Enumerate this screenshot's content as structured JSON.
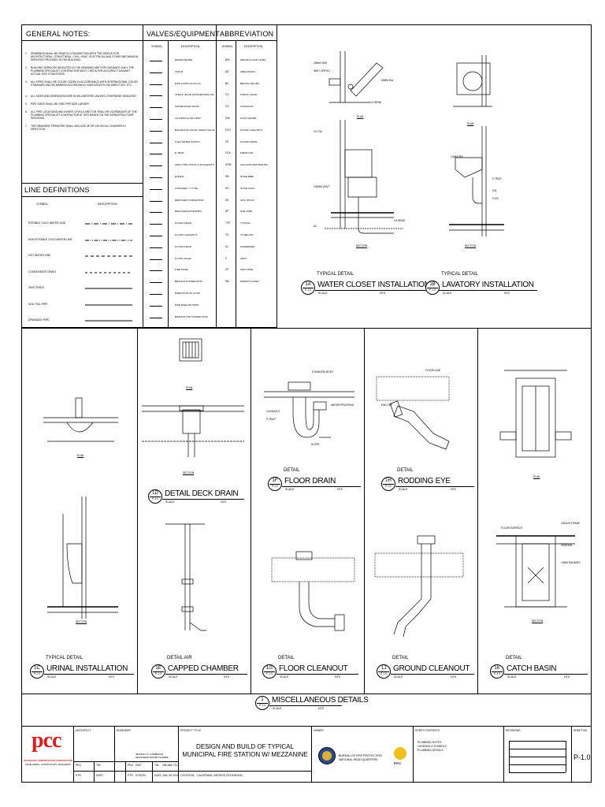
{
  "general_notes": {
    "title": "GENERAL NOTES:",
    "items": [
      {
        "num": "1.",
        "text": "DRAWINGS SHALL BE READ IN CONJUNCTION WITH THE DESIGN FOR ARCHITECTURAL, STRUCTURAL, CIVIL, HVAC, ELECTRICAL AND OTHER MECHANICAL SERVICES PROVIDED IN THE BUILDING."
      },
      {
        "num": "2.",
        "text": "BUILDING SERVICES INDICATED IN THE DRAWING ARE FOR GUIDANCE ONLY. THE PLUMBING SPECIALIST CONTRACTOR MUST CHECK FOR ACCURACY AGAINST ACTUAL SITE CONDITIONS."
      },
      {
        "num": "3.",
        "text": "ALL PIPES SHALL BE COLOR CODED IN ACCORDANCE WITH INTERNATIONAL COLOR STANDARD AND BE MARKED ACCORDINGLY INDICATING FLOW DIRECTION, ETC."
      },
      {
        "num": "4.",
        "text": "ALL SIZES AND DIMENSIONS ARE IN MILLIMETERS UNLESS OTHERWISE INDICATED."
      },
      {
        "num": "5.",
        "text": "PIPE SIZES SHALL BE ONE PIPE SIZE LARGER."
      },
      {
        "num": "6.",
        "text": "ALL PIPE LOCATIONS AND INVERT LEVELS ARE FOR TRIAL OR COORDINATE OF THE PLUMBING SPECIALIST CONTRACTOR AT SITE BASED ON THE INFRASTRUCTURE PROVIDED."
      },
      {
        "num": "7.",
        "text": "THE DRAINAGE PIPEWORK SHALL INCLUDE 45 OR 135 ON ALL CHANGES IN DIRECTION."
      }
    ]
  },
  "line_definitions": {
    "title": "LINE DEFINITIONS",
    "col_symbol": "SYMBOL",
    "col_desc": "DESCRIPTION",
    "rows": [
      {
        "label": "POTABLE COLD WATER LINE",
        "style": "dashdot"
      },
      {
        "label": "NON-POTABLE COLD WATER LINE",
        "style": "dashdotdot"
      },
      {
        "label": "HOT WATER LINE",
        "style": "dashed"
      },
      {
        "label": "CONDENSATE DRAIN",
        "style": "dashed2"
      },
      {
        "label": "VENT PIPES",
        "style": "solid"
      },
      {
        "label": "SOIL TOIL PIPE",
        "style": "solid"
      },
      {
        "label": "DRAINAGE PIPE",
        "style": "solid"
      }
    ]
  },
  "valves": {
    "title": "VALVES/EQUIPMENT",
    "col_symbol": "SYMBOL",
    "col_desc": "DESCRIPTION",
    "rows": [
      "WATER METER",
      "UNION",
      "PIPE CAP/PLUG PLUG",
      "CHECK VALVE (NON-RETURN VALVE)",
      "AIR RELEASE VALVE",
      "AUTOMATIC AIR VENT",
      "BALANCING VALVE / DRAIN VALVE",
      "FLEX WATER SUPPLY",
      "P-TRAP",
      "VENT THRU ROOF (VTR ELEVATION)",
      "ELBOW",
      "STRAINER / Y-TYPE",
      "REDUCER CONCENTRIC",
      "REDUCER ECCENTRIC",
      "FLOOR DRAIN",
      "FLOOR CLEANOUT",
      "FLOOR DRAIN",
      "FLUSH VALVE",
      "FIRE HOSE",
      "BRANCH CONNECTION",
      "DIRECTION OF FLOW",
      "PIPE RISE OR DROP",
      "BRANCH TOP CONNECTION"
    ]
  },
  "abbreviation": {
    "title": "ABBREVIATION",
    "col_symbol": "SYMBOL",
    "col_desc": "DESCRIPTION",
    "rows": [
      {
        "abbr": "AFL",
        "desc": "ABOVE FLOOR LEVEL"
      },
      {
        "abbr": "AD",
        "desc": "AREA DRAIN"
      },
      {
        "abbr": "BC",
        "desc": "BELOW CEILING"
      },
      {
        "abbr": "CV",
        "desc": "CHECK VALVE"
      },
      {
        "abbr": "CO",
        "desc": "CLEANOUT"
      },
      {
        "abbr": "CW",
        "desc": "COLD WATER"
      },
      {
        "abbr": "FCO",
        "desc": "FLOOR CLEANOUT"
      },
      {
        "abbr": "FD",
        "desc": "FLOOR DRAIN"
      },
      {
        "abbr": "FCA",
        "desc": "FRESH AIR"
      },
      {
        "abbr": "GPM",
        "desc": "GALLONS PER MINUTE"
      },
      {
        "abbr": "HB",
        "desc": "HOSE BIBB"
      },
      {
        "abbr": "HC",
        "desc": "HOSE COCK"
      },
      {
        "abbr": "SS",
        "desc": "SOIL STACK"
      },
      {
        "abbr": "SP",
        "desc": "SOIL PIPE"
      },
      {
        "abbr": "TYP",
        "desc": "TYPICAL"
      },
      {
        "abbr": "TD",
        "desc": "TO BELOW"
      },
      {
        "abbr": "UL",
        "desc": "UNDERSIDE"
      },
      {
        "abbr": "V",
        "desc": "VENT"
      },
      {
        "abbr": "VP",
        "desc": "VENT PIPE"
      },
      {
        "abbr": "WC",
        "desc": "WATER CLOSET"
      }
    ]
  },
  "details": [
    {
      "id": "1A",
      "kicker": "TYPICAL DETAIL",
      "title": "WATER CLOSET INSTALLATION",
      "ref": "P-1.0",
      "scale": "SCALE",
      "nts": "NTS"
    },
    {
      "id": "1B",
      "kicker": "TYPICAL DETAIL",
      "title": "LAVATORY INSTALLATION",
      "ref": "P-1.0",
      "scale": "SCALE",
      "nts": "NTS"
    },
    {
      "id": "1D",
      "kicker": "",
      "title": "DETAIL DECK DRAIN",
      "ref": "P-1.0",
      "scale": "SCALE",
      "nts": "NTS"
    },
    {
      "id": "1F",
      "kicker": "DETAIL",
      "title": "FLOOR DRAIN",
      "ref": "P-1.0",
      "scale": "SCALE",
      "nts": "NTS"
    },
    {
      "id": "1H",
      "kicker": "DETAIL",
      "title": "RODDING EYE",
      "ref": "P-1.0",
      "scale": "SCALE",
      "nts": "NTS"
    },
    {
      "id": "1C",
      "kicker": "TYPICAL DETAIL",
      "title": "URINAL INSTALLATION",
      "ref": "P-1.0",
      "scale": "SCALE",
      "nts": "NTS"
    },
    {
      "id": "1E",
      "kicker": "DETAIL AIR",
      "title": "CAPPED CHAMBER",
      "ref": "P-1.0",
      "scale": "SCALE",
      "nts": "NTS"
    },
    {
      "id": "1G",
      "kicker": "DETAIL",
      "title": "FLOOR CLEANOUT",
      "ref": "P-1.0",
      "scale": "SCALE",
      "nts": "NTS"
    },
    {
      "id": "1J",
      "kicker": "DETAIL",
      "title": "GROUND CLEANOUT",
      "ref": "P-1.0",
      "scale": "SCALE",
      "nts": "NTS"
    },
    {
      "id": "1K",
      "kicker": "DETAIL",
      "title": "CATCH BASIN",
      "ref": "P-1.0",
      "scale": "SCALE",
      "nts": "NTS"
    },
    {
      "id": "1",
      "kicker": "",
      "title": "MISCELLANEOUS DETAILS",
      "ref": "P-1.0",
      "scale": "SCALE",
      "nts": "NTS"
    }
  ],
  "section_labels": {
    "plan": "PLAN",
    "section": "SECTION"
  },
  "callouts": {
    "wc": [
      "20MM CWS",
      "WHIT ORTHO",
      "1/2 CW",
      "50MM DIA",
      "100MM VENT",
      "1/2 BEND",
      "1/4 BEND",
      "AC"
    ],
    "lav": [
      "LAVATORY",
      "P-TRAP",
      "CW",
      "FLEX"
    ],
    "floor_drain": [
      "STAINLESS BODY",
      "WATER-PROOFING",
      "CLEANOUT",
      "P-TRAP",
      "SLOPE"
    ],
    "rodding": [
      "FLOOR LINE",
      "END CAP"
    ],
    "catch_basin": [
      "100x100 FRAME",
      "FLOOR SURFACE",
      "12MM DIA BARS",
      "GRATING",
      "SECTION"
    ]
  },
  "title_block": {
    "company_name": "PRAGMATIC CONSTRUCTION CORPORATION",
    "company_address": "DEVELOPERS / CONTRACTORS / DESIGNERS",
    "logo_text": "pcc",
    "architect_label": "ARCHITECT",
    "engineer_label": "ENGINEER",
    "project_title_label": "PROJECT TITLE",
    "owner_label": "OWNER",
    "sheet_contents_label": "SHEET CONTENTS",
    "revisions_label": "REVISIONS",
    "sheet_no_label": "SHEET NO.",
    "prc_label": "PRC",
    "ptr_label": "PTR",
    "tin_label": "TIN",
    "date_label": "DATE",
    "location_label": "LOCATION:",
    "location_value": "CALATRAVA, NEGROS OCCIDENTAL",
    "engineer_name": "JEFFREY D. CAMBERUS",
    "engineer_title": "REGISTERED MASTER PLUMBER",
    "prc_no": "0267",
    "tin_no": "256-668-731",
    "ptr_no": "0701020",
    "date_value": "JAN. 08 2021",
    "project_title_line1": "DESIGN AND BUILD OF TYPICAL",
    "project_title_line2": "MUNICIPAL FIRE STATION W/ MEZZANINE",
    "owner_line1": "BUREAU OF FIRE PROTECTION",
    "owner_line2": "NATIONAL HEAD QUARTERS",
    "owner_logo_text": "PITC",
    "sheet_contents": [
      "PLUMBING NOTES",
      "LEGENDS & SYMBOLS",
      "PLUMBING DETAILS"
    ],
    "sheet_no": "P-1.0"
  }
}
